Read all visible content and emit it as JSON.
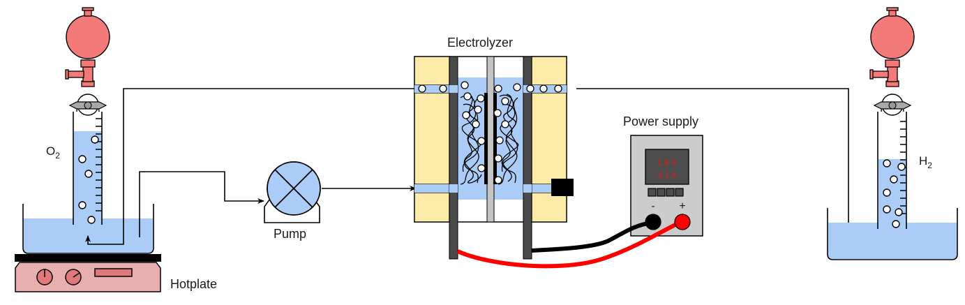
{
  "labels": {
    "electrolyzer": "Electrolyzer",
    "power_supply": "Power supply",
    "pump": "Pump",
    "hotplate": "Hotplate",
    "o2": "O",
    "o2_sub": "2",
    "h2": "H",
    "h2_sub": "2"
  },
  "power_supply": {
    "voltage": "1.8 V",
    "current": "4.1 A",
    "negative_terminal": "-",
    "positive_terminal": "+"
  },
  "colors": {
    "water": "#aaccf7",
    "bulb": "#f47a7a",
    "hotplate": "#e9aeae",
    "end_plate": "#fbeaa8",
    "electrode": "#4a4a4a",
    "membrane": "#c4c4c4",
    "display_text": "#e01a1a",
    "positive_wire": "#ff0000",
    "negative_wire": "#000000",
    "supply_body": "#cccccc"
  }
}
